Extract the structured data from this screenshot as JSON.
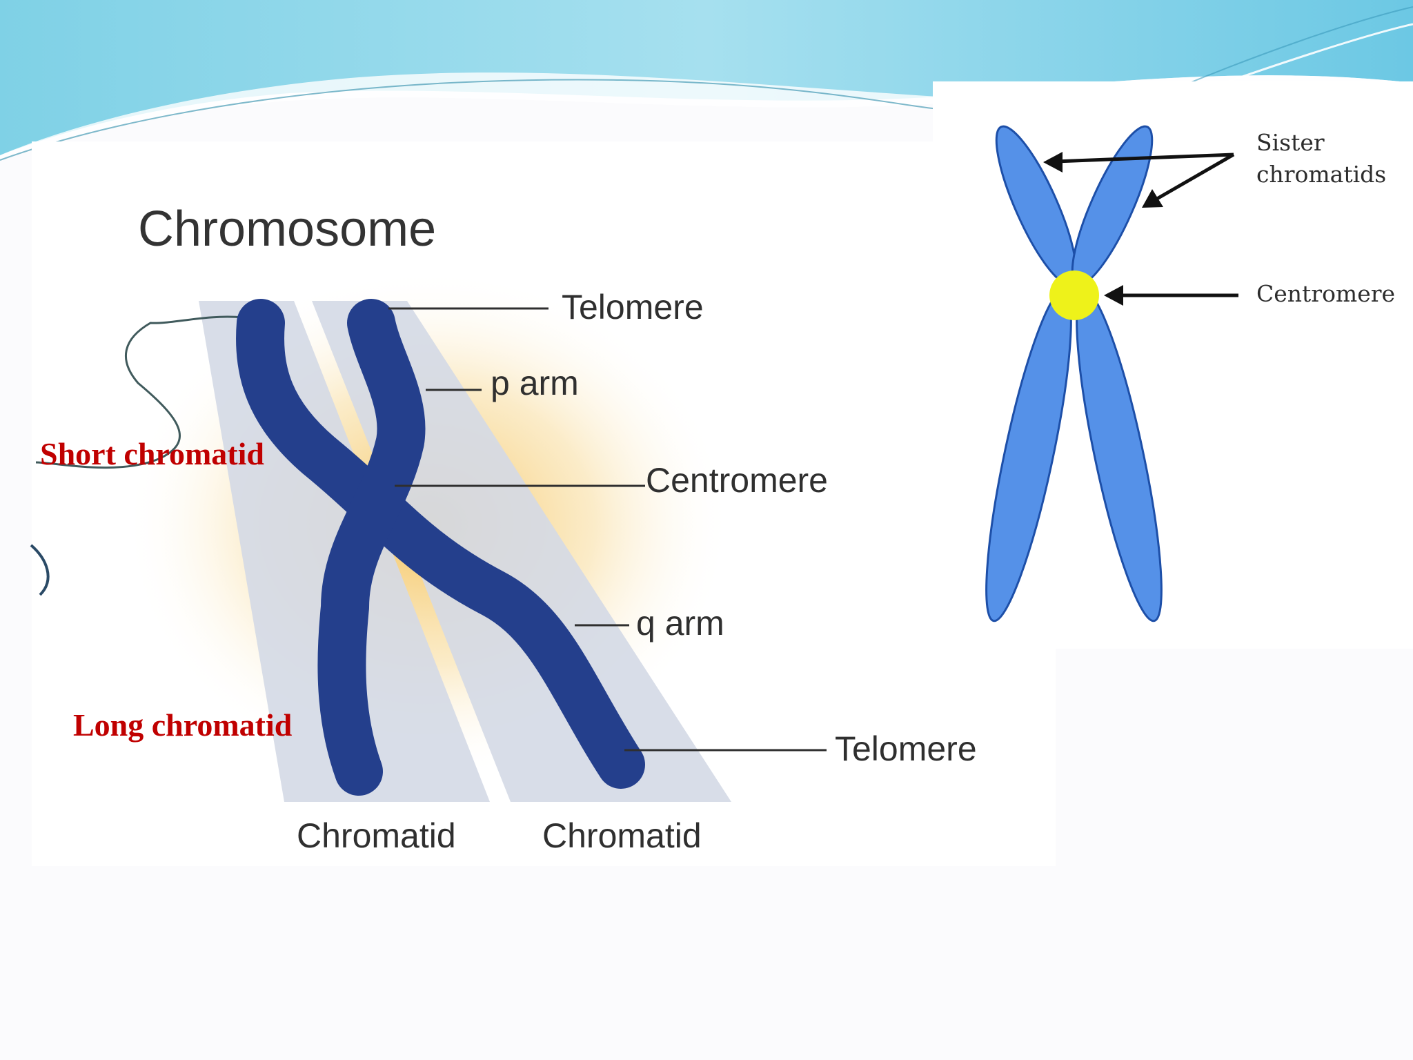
{
  "colors": {
    "chromosome_dark": "#243f8c",
    "chromatid_light": "#5591e8",
    "centromere_yellow": "#eef21a",
    "callout_red": "#c00000",
    "band": "#d4d9e6",
    "glow": "#f5c96a",
    "header_teal": "#8ed4ea"
  },
  "left_diagram": {
    "title": "Chromosome",
    "labels": {
      "telomere_top": "Telomere",
      "p_arm": "p arm",
      "centromere": "Centromere",
      "q_arm": "q arm",
      "telomere_bottom": "Telomere",
      "chromatid_left": "Chromatid",
      "chromatid_right": "Chromatid"
    }
  },
  "right_diagram": {
    "sister_chromatids_line1": "Sister",
    "sister_chromatids_line2": "chromatids",
    "centromere": "Centromere"
  },
  "callouts": {
    "short": "Short chromatid",
    "long": "Long chromatid"
  }
}
